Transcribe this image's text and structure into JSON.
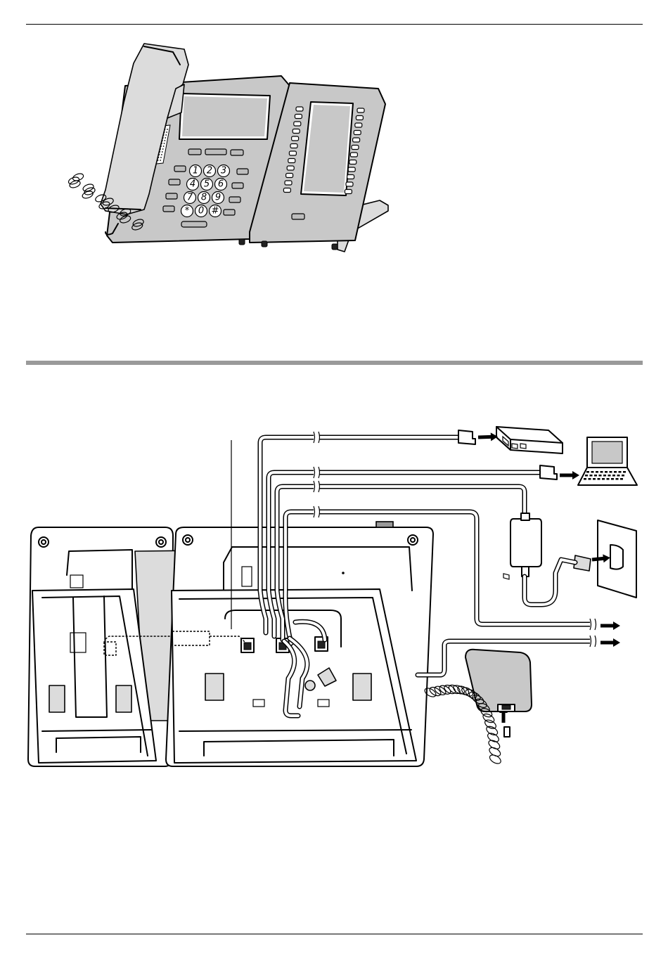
{
  "page": {
    "figure_top_alt": "",
    "figure_bottom_alt": ""
  },
  "phone": {
    "keypad_digits": [
      "1",
      "2",
      "3",
      "4",
      "5",
      "6",
      "7",
      "8",
      "9",
      "*",
      "0",
      "#"
    ]
  },
  "colors": {
    "ink": "#000000",
    "section_rule": "#9a9a9a",
    "device_fill": "#c8c8c8",
    "screen_fill": "#c8c8c8"
  }
}
